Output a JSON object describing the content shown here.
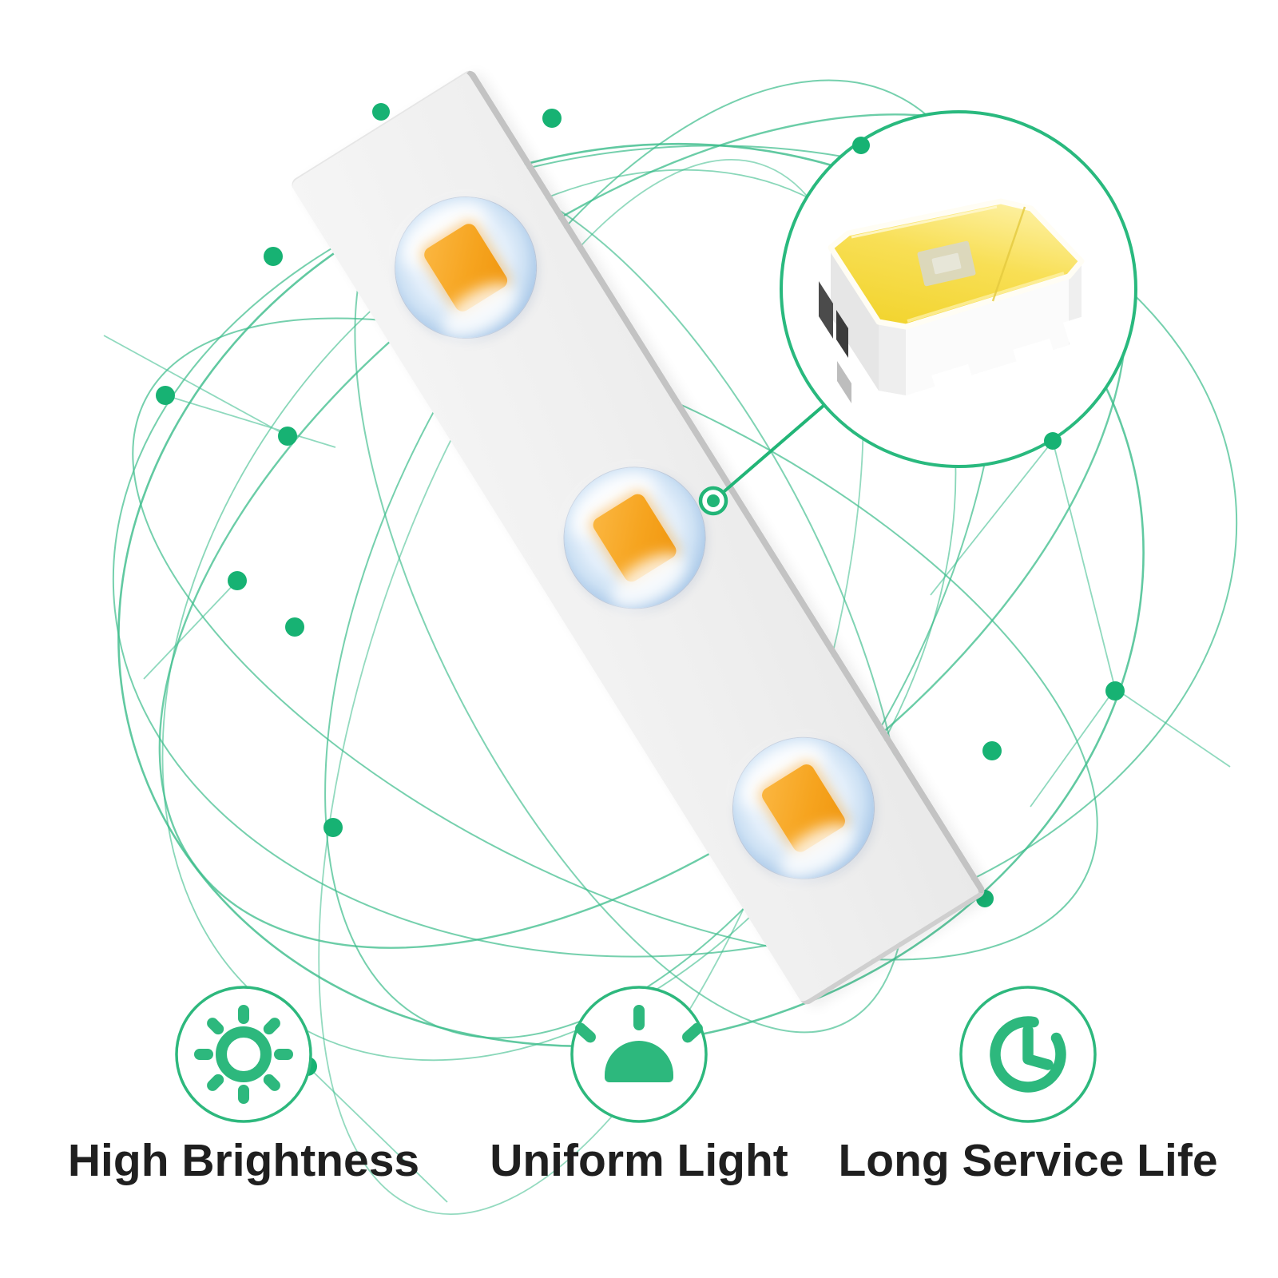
{
  "meta": {
    "description": "LED strip module product infographic"
  },
  "palette": {
    "icon_green": "#2db87d",
    "network_green": "#3abc8a",
    "dot_green": "#17b273",
    "circle_green": "#29b97e",
    "connector_green": "#22b577",
    "text": "#1f1f1f",
    "chip_orange": "#f5a21d",
    "phosphor_yellow": "#f7dc4b",
    "strip_gray": "#efefef",
    "dome_blue": "#accae9"
  },
  "hero": {
    "strip": {
      "name": "led-strip-module",
      "led_count": 3
    },
    "detail": {
      "name": "smd-led-chip-closeup"
    }
  },
  "features": [
    {
      "icon": "sun-icon",
      "label": "High Brightness"
    },
    {
      "icon": "uniform-light-icon",
      "label": "Uniform Light"
    },
    {
      "icon": "clock-icon",
      "label": "Long Service Life"
    }
  ]
}
